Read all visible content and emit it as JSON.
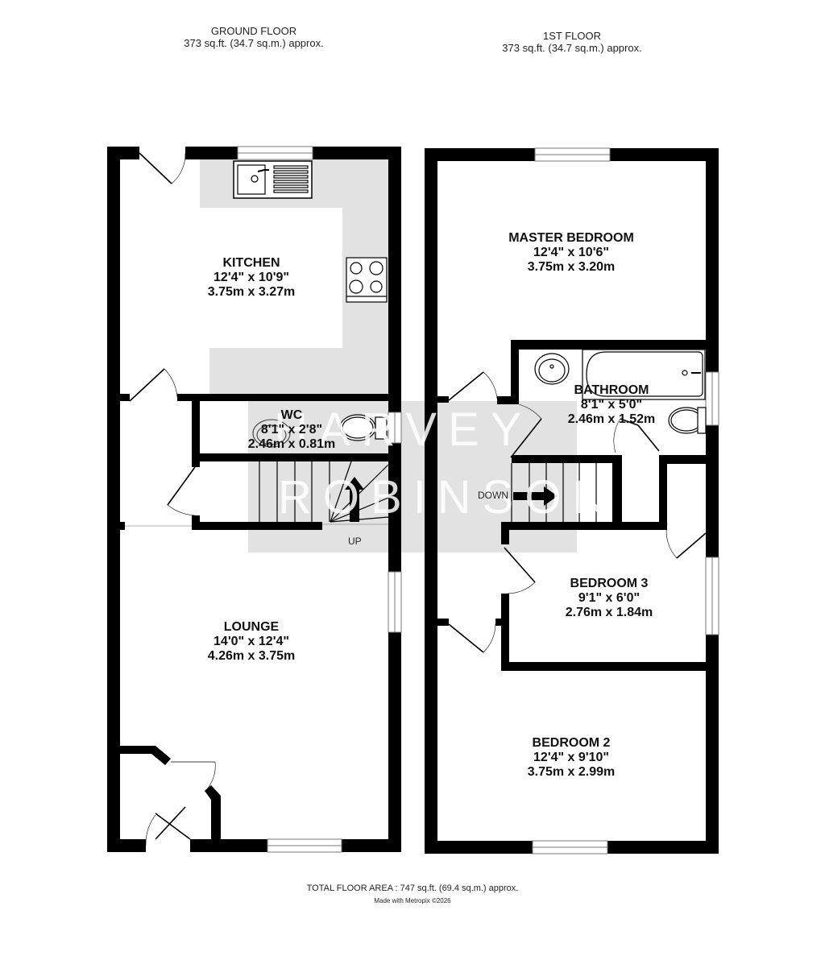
{
  "floors": {
    "ground": {
      "title": "GROUND FLOOR",
      "area": "373 sq.ft. (34.7 sq.m.) approx.",
      "rooms": [
        {
          "name": "KITCHEN",
          "imperial": "12'4\"  x 10'9\"",
          "metric": "3.75m  x 3.27m"
        },
        {
          "name": "WC",
          "imperial": "8'1\"  x 2'8\"",
          "metric": "2.46m  x 0.81m"
        },
        {
          "name": "LOUNGE",
          "imperial": "14'0\"  x 12'4\"",
          "metric": "4.26m  x 3.75m"
        }
      ],
      "stairs_label": "UP"
    },
    "first": {
      "title": "1ST FLOOR",
      "area": "373 sq.ft. (34.7 sq.m.) approx.",
      "rooms": [
        {
          "name": "MASTER BEDROOM",
          "imperial": "12'4\"  x 10'6\"",
          "metric": "3.75m  x 3.20m"
        },
        {
          "name": "BATHROOM",
          "imperial": "8'1\"  x 5'0\"",
          "metric": "2.46m  x 1.52m"
        },
        {
          "name": "BEDROOM 3",
          "imperial": "9'1\"  x 6'0\"",
          "metric": "2.76m  x 1.84m"
        },
        {
          "name": "BEDROOM 2",
          "imperial": "12'4\"  x 9'10\"",
          "metric": "3.75m  x 2.99m"
        }
      ],
      "stairs_label": "DOWN"
    }
  },
  "watermark": {
    "line1": "HARVEY",
    "line2": "ROBINSON"
  },
  "footer": {
    "total_area": "TOTAL FLOOR AREA : 747 sq.ft. (69.4 sq.m.) approx.",
    "credit": "Made with Metropix ©2026"
  },
  "colors": {
    "wall": "#000000",
    "shade": "#e2e2e2",
    "background": "#ffffff"
  }
}
